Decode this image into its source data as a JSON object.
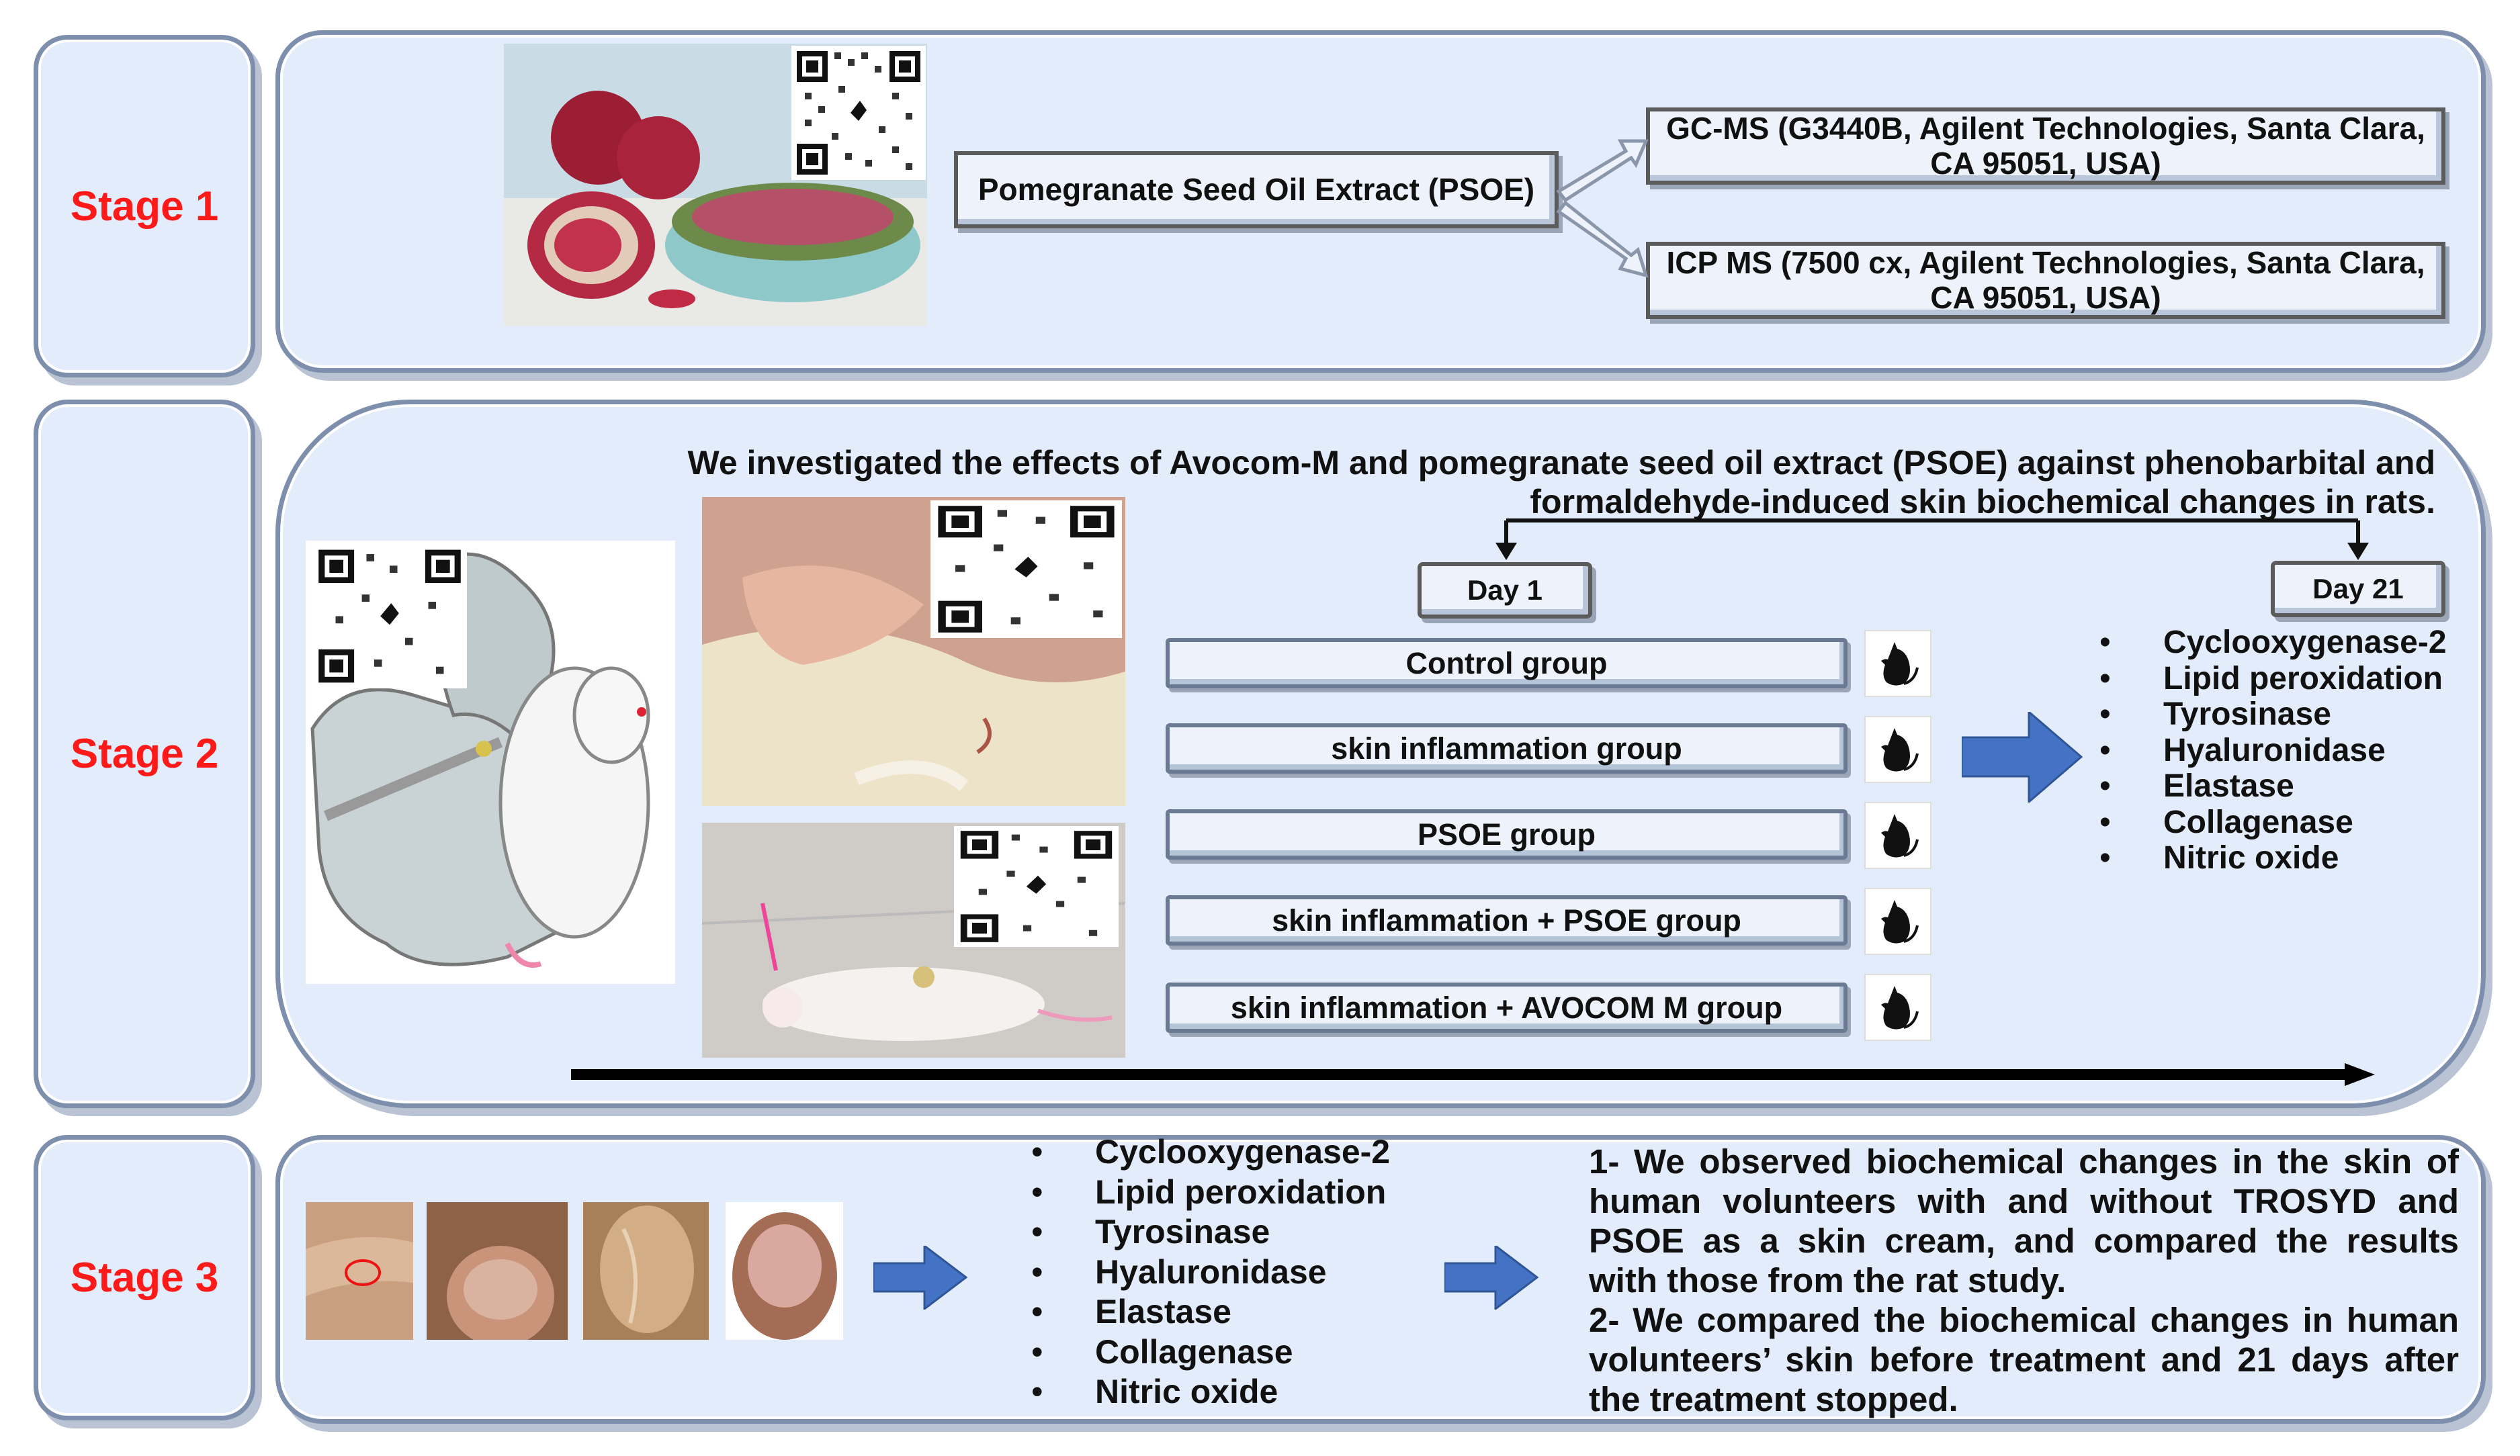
{
  "stages": {
    "stage1_label": "Stage 1",
    "stage2_label": "Stage 2",
    "stage3_label": "Stage 3"
  },
  "stage1": {
    "psoe_box": "Pomegranate Seed Oil Extract (PSOE)",
    "gcms_box": "GC-MS (G3440B, Agilent Technologies, Santa Clara, CA 95051, USA)",
    "icpms_box": "ICP MS (7500 cx, Agilent Technologies, Santa Clara, CA 95051, USA)"
  },
  "stage2": {
    "description": "We investigated the effects of Avocom-M and pomegranate seed oil extract (PSOE) against phenobarbital and formaldehyde-induced skin biochemical changes in rats.",
    "day1": "Day 1",
    "day21": "Day 21",
    "groups": [
      "Control group",
      "skin inflammation group",
      "PSOE group",
      "skin inflammation + PSOE group",
      "skin inflammation + AVOCOM M group"
    ],
    "markers": [
      "Cyclooxygenase-2",
      "Lipid peroxidation",
      "Tyrosinase",
      "Hyaluronidase",
      "Elastase",
      "Collagenase",
      "Nitric oxide"
    ]
  },
  "stage3": {
    "markers": [
      "Cyclooxygenase-2",
      "Lipid peroxidation",
      "Tyrosinase",
      "Hyaluronidase",
      "Elastase",
      "Collagenase",
      "Nitric oxide"
    ],
    "finding1": "1- We observed biochemical changes in the skin of human volunteers with and without TROSYD and PSOE as a skin cream, and compared the results with those from the rat study.",
    "finding2": "2- We compared the biochemical changes in human volunteers’ skin before treatment and 21 days after the treatment stopped."
  },
  "colors": {
    "stage_label": "#ff1a1a",
    "panel_fill": "#e3ecfa",
    "panel_border": "#7d8fad",
    "arrow_blue": "#4472c4"
  }
}
